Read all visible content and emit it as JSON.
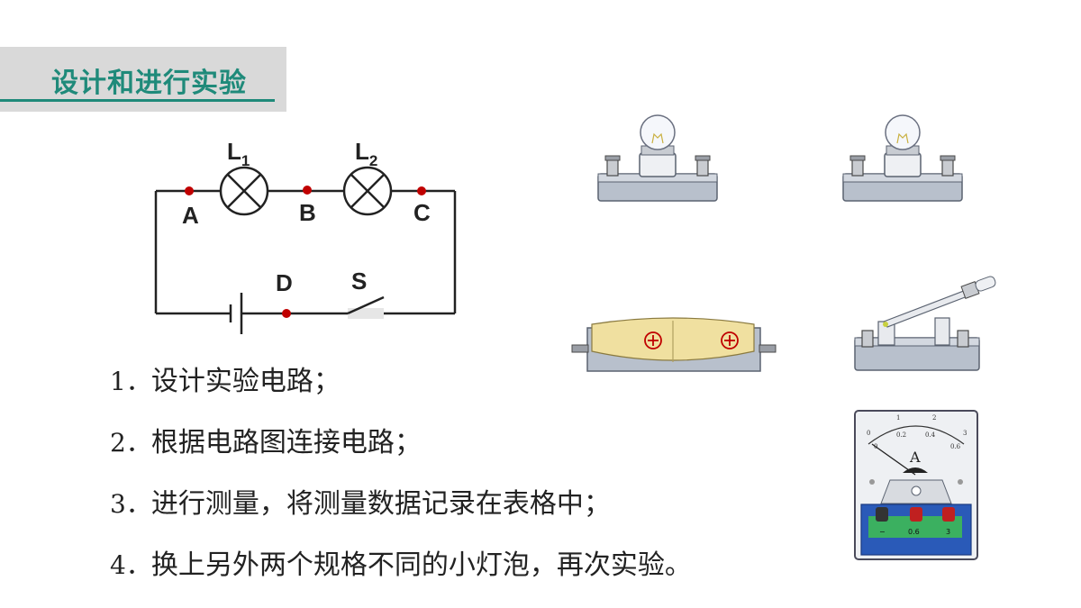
{
  "header": {
    "title": "设计和进行实验"
  },
  "circuit": {
    "lamp1": "L",
    "lamp1_sub": "1",
    "lamp2": "L",
    "lamp2_sub": "2",
    "points": [
      "A",
      "B",
      "C",
      "D"
    ],
    "switch": "S"
  },
  "steps": [
    {
      "num": "1．",
      "text": "设计实验电路；"
    },
    {
      "num": "2．",
      "text": "根据电路图连接电路；"
    },
    {
      "num": "3．",
      "text": "进行测量，将测量数据记录在表格中；"
    },
    {
      "num": "4．",
      "text": "换上另外两个规格不同的小灯泡，再次实验。"
    }
  ],
  "ammeter": {
    "unit": "A",
    "scale_top": [
      "0",
      "1",
      "2",
      "3"
    ],
    "scale_bottom": [
      "0",
      "0.2",
      "0.4",
      "0.6"
    ],
    "terminals": [
      "−",
      "0.6",
      "3"
    ]
  },
  "battery": {
    "symbol": "⊕"
  },
  "colors": {
    "accent": "#1f8a7a",
    "header_bg": "#d9d9d9",
    "point": "#c00000"
  }
}
